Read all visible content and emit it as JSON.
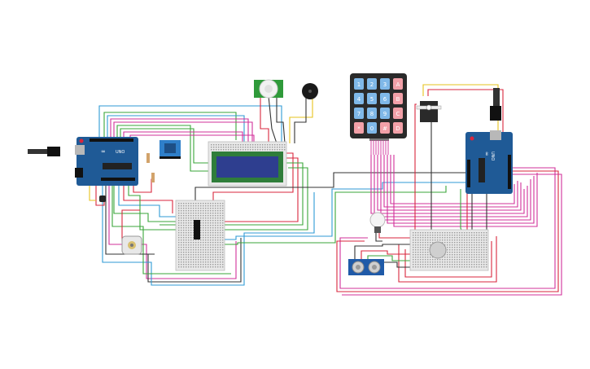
{
  "arduino_left": {
    "logo": "∞",
    "label": "UNO"
  },
  "arduino_right": {
    "logo": "∞",
    "label": "UNO"
  },
  "keypad": {
    "keys": [
      "1",
      "2",
      "3",
      "A",
      "4",
      "5",
      "6",
      "B",
      "7",
      "8",
      "9",
      "C",
      "*",
      "0",
      "#",
      "D"
    ]
  },
  "colors": {
    "board": "#1f5a96",
    "wire_red": "#d9263c",
    "wire_green": "#3aa63a",
    "wire_magenta": "#d2309a",
    "wire_blue": "#2f9ad6",
    "wire_yellow": "#e6c31c",
    "wire_dark": "#333333",
    "lcd_screen": "#2e3e8f",
    "breadboard": "#e8e8e8"
  }
}
